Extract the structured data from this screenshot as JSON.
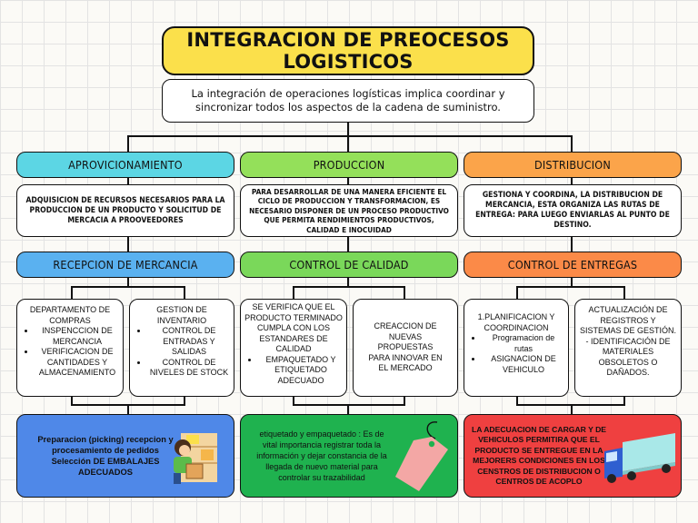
{
  "title": "INTEGRACION DE PREOCESOS LOGISTICOS",
  "intro": "La integración de operaciones logísticas implica coordinar y sincronizar todos los aspectos de la cadena de suministro.",
  "columns": [
    {
      "header": "APROVICIONAMIENTO",
      "description": "ADQUISICION DE RECURSOS NECESARIOS PARA LA PRODUCCION DE UN PRODUCTO Y SOLICITUD DE MERCACIA A PROOVEEDORES",
      "subheader": "RECEPCION DE MERCANCIA",
      "left_title": "DEPARTAMENTO DE COMPRAS",
      "left_items": [
        "INSPENCCION DE MERCANCIA",
        "VERIFICACION DE CANTIDADES Y ALMACENAMIENTO"
      ],
      "right_title": "GESTION DE INVENTARIO",
      "right_items": [
        "CONTROL DE ENTRADAS Y SALIDAS",
        "CONTROL DE NIVELES DE STOCK"
      ],
      "bottom": "Preparacion (picking) recepcion y procesamiento de pedidos\nSelección DE EMBALAJES ADECUADOS",
      "bottom_icon": "worker-packing-boxes-icon",
      "color": "#5cd6e4",
      "sub_color": "#5ab1f0",
      "bottom_color": "#4f88e8"
    },
    {
      "header": "PRODUCCION",
      "description": "PARA DESARROLLAR DE UNA MANERA EFICIENTE EL CICLO DE PRODUCCION Y TRANSFORMACION, ES NECESARIO DISPONER DE UN PROCESO PRODUCTIVO QUE PERMITA RENDIMIENTOS PRODUCTIVOS, CALIDAD E INOCUIDAD",
      "subheader": "CONTROL DE CALIDAD",
      "left_title": "SE VERIFICA QUE EL PRODUCTO TERMINADO CUMPLA CON LOS ESTANDARES DE CALIDAD",
      "left_items": [
        "EMPAQUETADO Y ETIQUETADO ADECUADO"
      ],
      "right_title": "CREACCION DE NUEVAS PROPUESTAS PARA INNOVAR EN EL MERCADO",
      "right_items": [],
      "bottom": "etiquetado y empaquetado : Es de vital importancia registrar toda la información y dejar constancia de la llegada de nuevo material para controlar su trazabilidad",
      "bottom_icon": "price-tag-icon",
      "color": "#94e05a",
      "sub_color": "#7ad85a",
      "bottom_color": "#1fb24f"
    },
    {
      "header": "DISTRIBUCION",
      "description": "GESTIONA Y COORDINA, LA DISTRIBUCION DE MERCANCIA, ESTA ORGANIZA LAS RUTAS DE ENTREGA: PARA LUEGO ENVIARLAS AL PUNTO DE DESTINO.",
      "subheader": "CONTROL DE ENTREGAS",
      "left_title": "1.PLANIFICACION Y COORDINACION",
      "left_items": [
        "Programacion de rutas",
        "ASIGNACION DE VEHICULO"
      ],
      "right_title": "ACTUALIZACIÓN DE REGISTROS Y SISTEMAS DE GESTIÓN.\n- IDENTIFICACIÓN DE MATERIALES OBSOLETOS O DAÑADOS.",
      "right_items": [],
      "bottom": "LA ADECUACION DE CARGAR Y DE VEHICULOS PERMITIRA QUE EL PRODUCTO SE ENTREGUE EN LA MEJORERS CONDICIONES EN LOS CENSTROS DE DISTRIBUCION O CENTROS DE ACOPLO",
      "bottom_icon": "delivery-truck-icon",
      "color": "#fba44a",
      "sub_color": "#fb8a48",
      "bottom_color": "#ef4040"
    }
  ]
}
